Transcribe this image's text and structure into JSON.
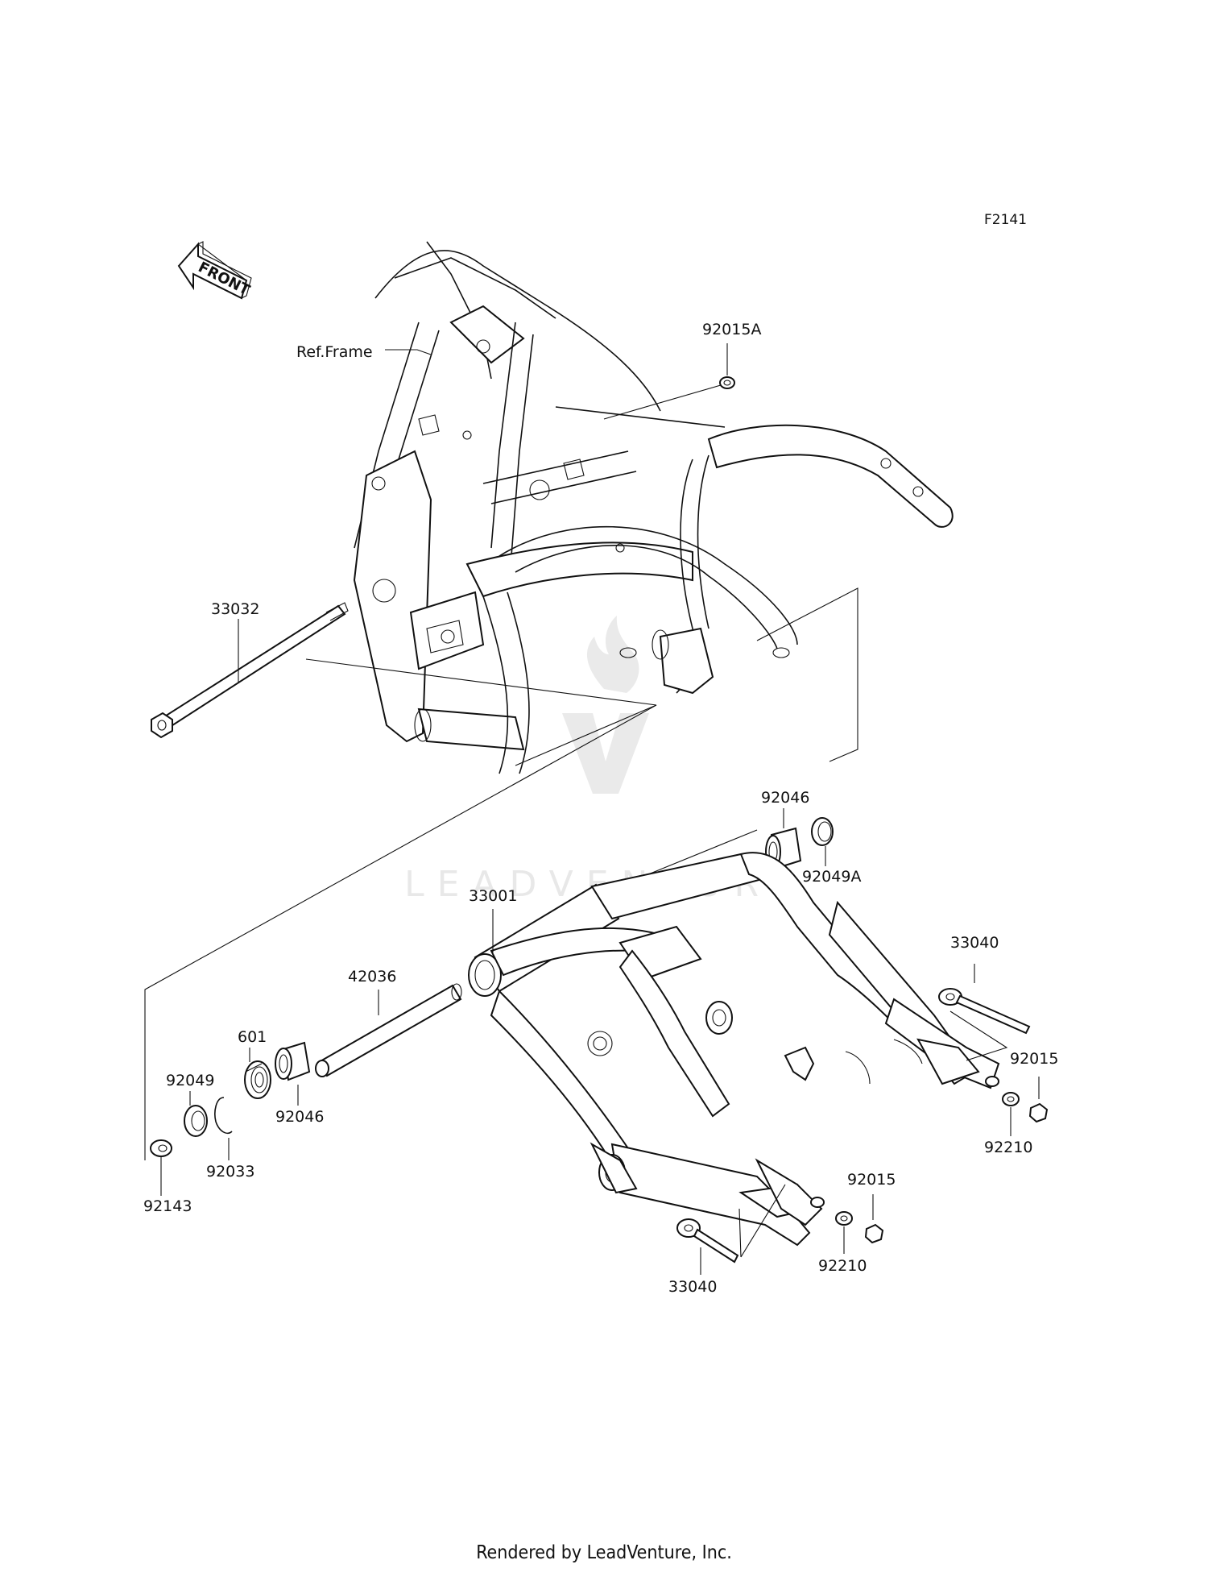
{
  "diagram": {
    "reference_code": "F2141",
    "front_arrow_label": "FRONT",
    "ref_frame_label": "Ref.Frame",
    "watermark_text": "LEADVENTURE",
    "parts": {
      "p92015A": "92015A",
      "p33032": "33032",
      "p92046_top": "92046",
      "p92049A": "92049A",
      "p33001": "33001",
      "p42036": "42036",
      "p601": "601",
      "p92049": "92049",
      "p92046_left": "92046",
      "p92033": "92033",
      "p92143": "92143",
      "p33040_right": "33040",
      "p92015_right": "92015",
      "p92210_right": "92210",
      "p92015_bottom": "92015",
      "p92210_bottom": "92210",
      "p33040_bottom": "33040"
    }
  },
  "footer": {
    "rendered_by": "Rendered by LeadVenture, Inc."
  }
}
